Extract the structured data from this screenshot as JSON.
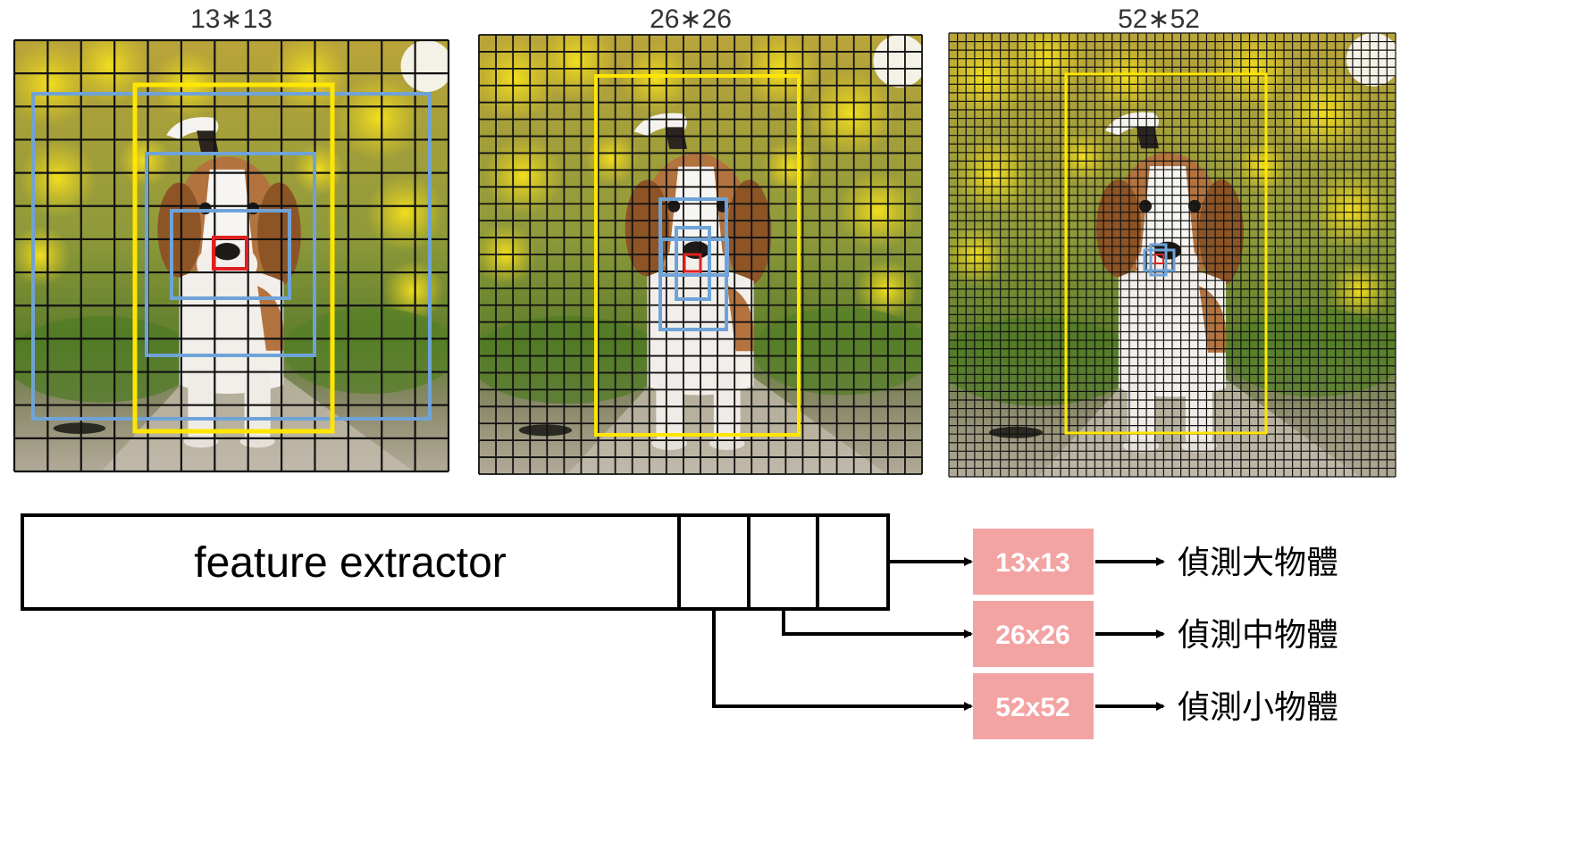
{
  "panels": [
    {
      "title": "13∗13",
      "grid": 13
    },
    {
      "title": "26∗26",
      "grid": 26
    },
    {
      "title": "52∗52",
      "grid": 52
    }
  ],
  "extractor": {
    "label": "feature extractor"
  },
  "outputs": [
    {
      "size": "13x13",
      "result": "偵測大物體"
    },
    {
      "size": "26x26",
      "result": "偵測中物體"
    },
    {
      "size": "52x52",
      "result": "偵測小物體"
    }
  ],
  "colors": {
    "grid_line": "#111111",
    "yellow_box": "#ffe600",
    "blue_box": "#6fa3d8",
    "red_box": "#e02020",
    "output_box": "#f4a3a3",
    "output_text": "#ffffff",
    "arrow": "#000000"
  }
}
